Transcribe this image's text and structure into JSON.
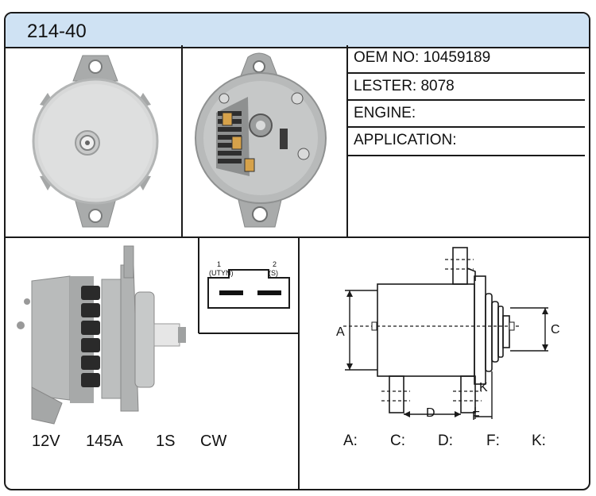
{
  "title": "214-40",
  "info": {
    "oem_no": "OEM NO: 10459189",
    "lester": "LESTER: 8078",
    "engine": "ENGINE:",
    "application": "APPLICATION:"
  },
  "connector": {
    "pin1_num": "1",
    "pin1_name": "(UTYN)",
    "pin2_num": "2",
    "pin2_name": "(S)"
  },
  "specs": {
    "voltage": "12V",
    "amperage": "145A",
    "pulley": "1S",
    "rotation": "CW"
  },
  "dimensions": {
    "diagram_labels": {
      "a": "A",
      "c": "C",
      "d": "D",
      "f": "F",
      "k": "K"
    },
    "a_label": "A:",
    "c_label": "C:",
    "d_label": "D:",
    "f_label": "F:",
    "k_label": "K:"
  }
}
